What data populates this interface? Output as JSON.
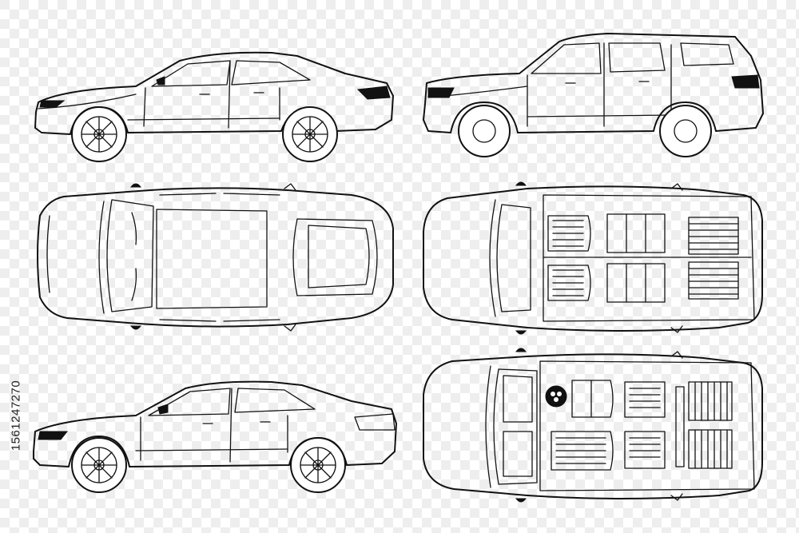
{
  "stock_id": "1561247270",
  "colors": {
    "line": "#111111",
    "checker_light": "#ffffff",
    "checker_dark": "#eeeeee"
  },
  "views": [
    {
      "name": "sedan-side-view-left"
    },
    {
      "name": "suv-side-view"
    },
    {
      "name": "sedan-top-view"
    },
    {
      "name": "suv-top-view-interior"
    },
    {
      "name": "sedan-side-view-lower"
    },
    {
      "name": "minivan-top-view-interior"
    }
  ]
}
